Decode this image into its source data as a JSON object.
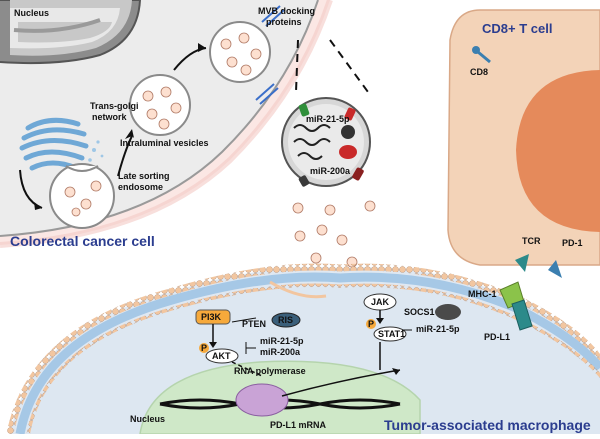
{
  "labels": {
    "nucleus_top": "Nucleus",
    "trans_golgi": "Trans-golgi",
    "trans_golgi_2": "network",
    "intraluminal": "Intraluminal vesicles",
    "late_sorting": "Late sorting",
    "late_sorting_2": "endosome",
    "colorectal": "Colorectal cancer cell",
    "mvb": "MVB docking",
    "mvb_2": "proteins",
    "mir21_top": "miR-21-5p",
    "mir200_top": "miR-200a",
    "cd8t": "CD8+ T cell",
    "cd8": "CD8",
    "tcr": "TCR",
    "pd1": "PD-1",
    "pi3k": "PI3K",
    "pten": "PTEN",
    "ris": "RIS",
    "akt": "AKT",
    "mir21_left": "miR-21-5p",
    "mir200_left": "miR-200a",
    "jak": "JAK",
    "socs1": "SOCS1",
    "stat1": "STAT1",
    "mir21_right": "miR-21-5p",
    "mhc": "MHC-1",
    "pdl1": "PD-L1",
    "rnapol": "RNA polymerase",
    "pdl1mrna": "PD-L1 mRNA",
    "nucleus_bottom": "Nucleus",
    "macrophage": "Tumor-associated macrophage",
    "p1": "P",
    "p2": "P"
  },
  "colors": {
    "title_blue": "#2b3d8f",
    "pi3k_fill": "#f6a93b",
    "tcell_outer": "#f3d3b8",
    "tcell_inner": "#e58a5b",
    "membrane_head": "#f2c6a0",
    "macrophage_bg": "#dfe8f2",
    "nucleus_bg": "#cfe8c8"
  }
}
